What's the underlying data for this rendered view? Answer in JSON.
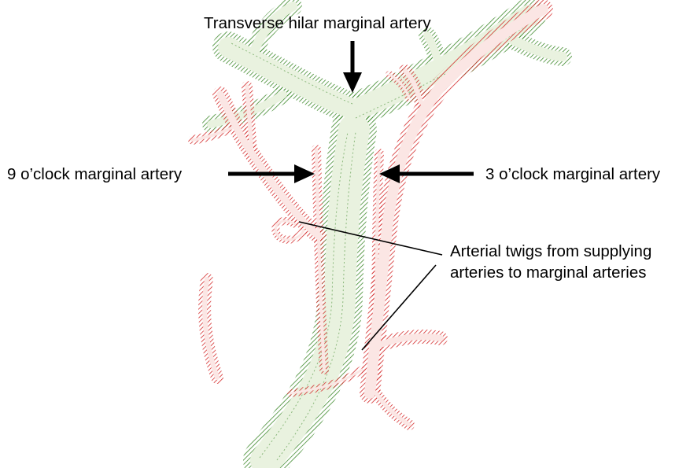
{
  "labels": {
    "transverse_hilar": "Transverse hilar marginal artery",
    "nine_oclock": "9 o’clock marginal artery",
    "three_oclock": "3 o’clock marginal artery",
    "twigs_line1": "Arterial twigs from supplying",
    "twigs_line2": "arteries to marginal arteries"
  },
  "colors": {
    "bile_duct_edge": "#3f8a2c",
    "bile_duct_fill": "#e9f2df",
    "artery_edge": "#d42a2a",
    "artery_fill": "#fbe6e4",
    "arrow": "#000000",
    "background": "#ffffff"
  }
}
